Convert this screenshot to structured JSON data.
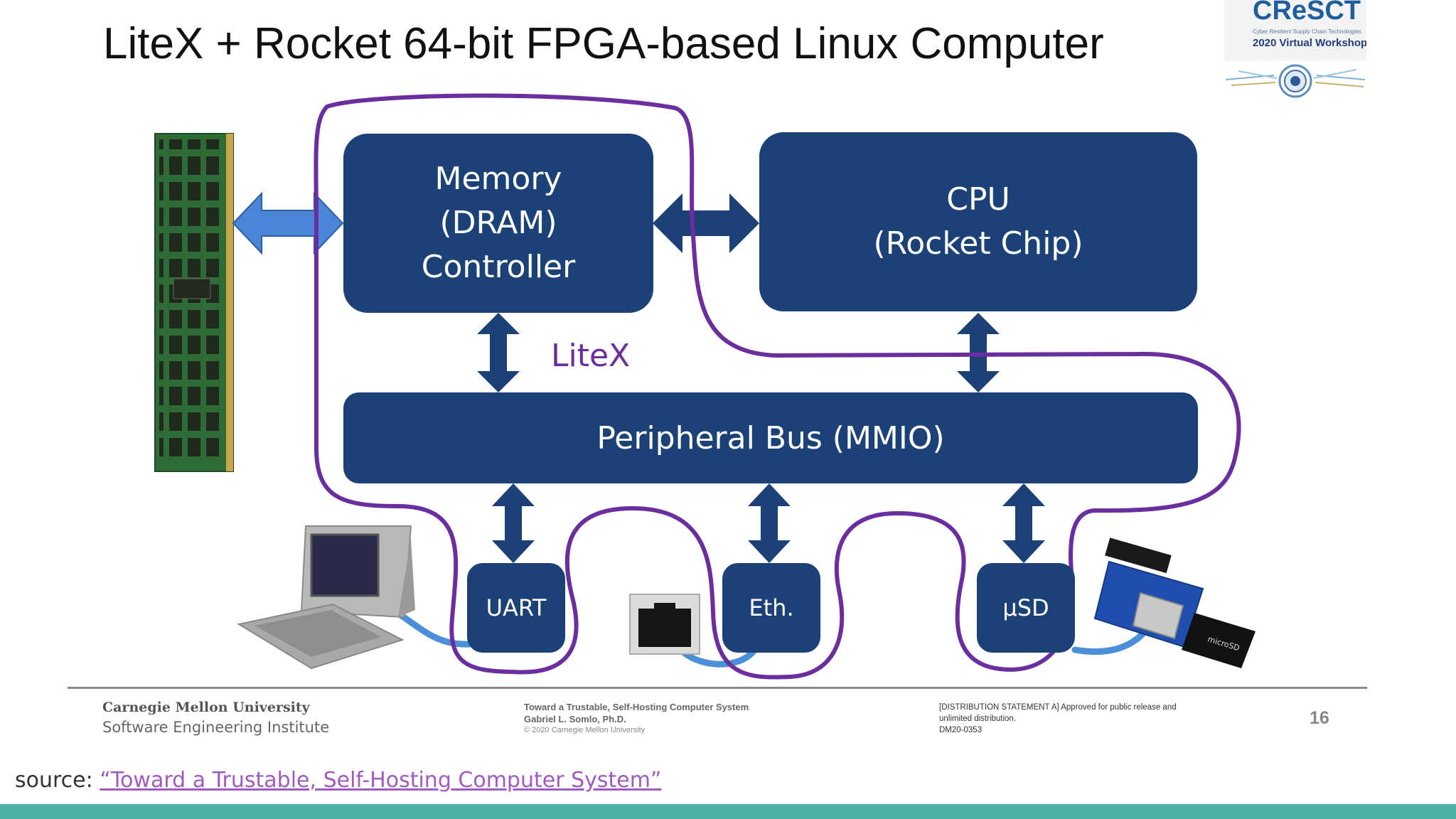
{
  "slide": {
    "title": "LiteX + Rocket 64-bit FPGA-based Linux Computer",
    "page_number": "16"
  },
  "logo": {
    "word": "CReSCT",
    "tagline": "Cyber Resilient Supply Chain Technologies",
    "event": "2020 Virtual Workshop"
  },
  "diagram": {
    "blocks": {
      "memory": "Memory\n(DRAM)\nController",
      "cpu": "CPU\n(Rocket Chip)",
      "bus": "Peripheral Bus (MMIO)",
      "uart": "UART",
      "eth": "Eth.",
      "usd": "µSD"
    },
    "boundary_label": "LiteX",
    "colors": {
      "block": "#1c4177",
      "boundary": "#6a2e9e",
      "dram_arrow": "#4a86d8",
      "cable": "#4a8fd8"
    }
  },
  "footer": {
    "org": "Carnegie Mellon University",
    "institute": "Software Engineering Institute",
    "talk_title": "Toward a Trustable, Self-Hosting Computer System",
    "author": "Gabriel L. Somlo, Ph.D.",
    "copyright": "© 2020 Carnegie Mellon University",
    "distribution": "[DISTRIBUTION STATEMENT A] Approved for public release and unlimited distribution.\nDM20-0353"
  },
  "source": {
    "prefix": "source: ",
    "link_text": "“Toward a Trustable, Self-Hosting Computer System”"
  }
}
